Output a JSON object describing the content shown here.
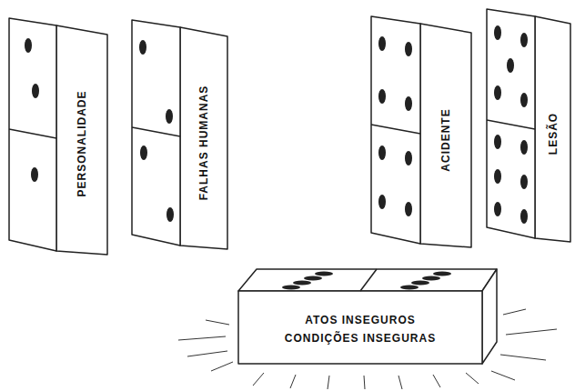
{
  "diagram": {
    "nodes": [
      {
        "text": [
          "PERSONALIDADE"
        ]
      },
      {
        "text": [
          "FALHAS HUMANAS"
        ]
      },
      {
        "text": [
          "ACIDENTE"
        ]
      },
      {
        "text": [
          "LESÃO"
        ]
      },
      {
        "text": [
          "ATOS INSEGUROS",
          "CONDIÇÕES INSEGURAS"
        ]
      }
    ]
  }
}
